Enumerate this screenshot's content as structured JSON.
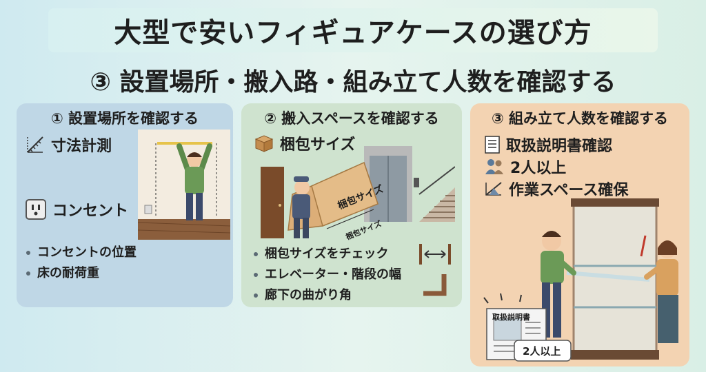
{
  "header": {
    "title": "大型で安いフィギュアケースの選び方",
    "subtitle": "③ 設置場所・搬入路・組み立て人数を確認する"
  },
  "panel1": {
    "title": "① 設置場所を確認する",
    "items": [
      {
        "label": "寸法計測",
        "icon": "ruler-icon"
      },
      {
        "label": "コンセント",
        "icon": "outlet-icon"
      }
    ],
    "bullets": [
      "コンセントの位置",
      "床の耐荷重"
    ]
  },
  "panel2": {
    "title": "② 搬入スペースを確認する",
    "item": {
      "label": "梱包サイズ",
      "icon": "box-icon"
    },
    "box_label": "梱包サイズ",
    "box_dim_label": "梱包サイズ",
    "bullets": [
      "梱包サイズをチェック",
      "エレベーター・階段の幅",
      "廊下の曲がり角"
    ]
  },
  "panel3": {
    "title": "③ 組み立て人数を確認する",
    "items": [
      {
        "label": "取扱説明書確認",
        "icon": "document-icon"
      },
      {
        "label": "2人以上",
        "icon": "people-icon"
      },
      {
        "label": "作業スペース確保",
        "icon": "workspace-icon"
      }
    ],
    "manual_title": "取扱説明書",
    "badge": "2人以上"
  },
  "colors": {
    "panel1": "#bfd7e6",
    "panel2": "#cfe3cf",
    "panel3": "#f3d3b2"
  }
}
